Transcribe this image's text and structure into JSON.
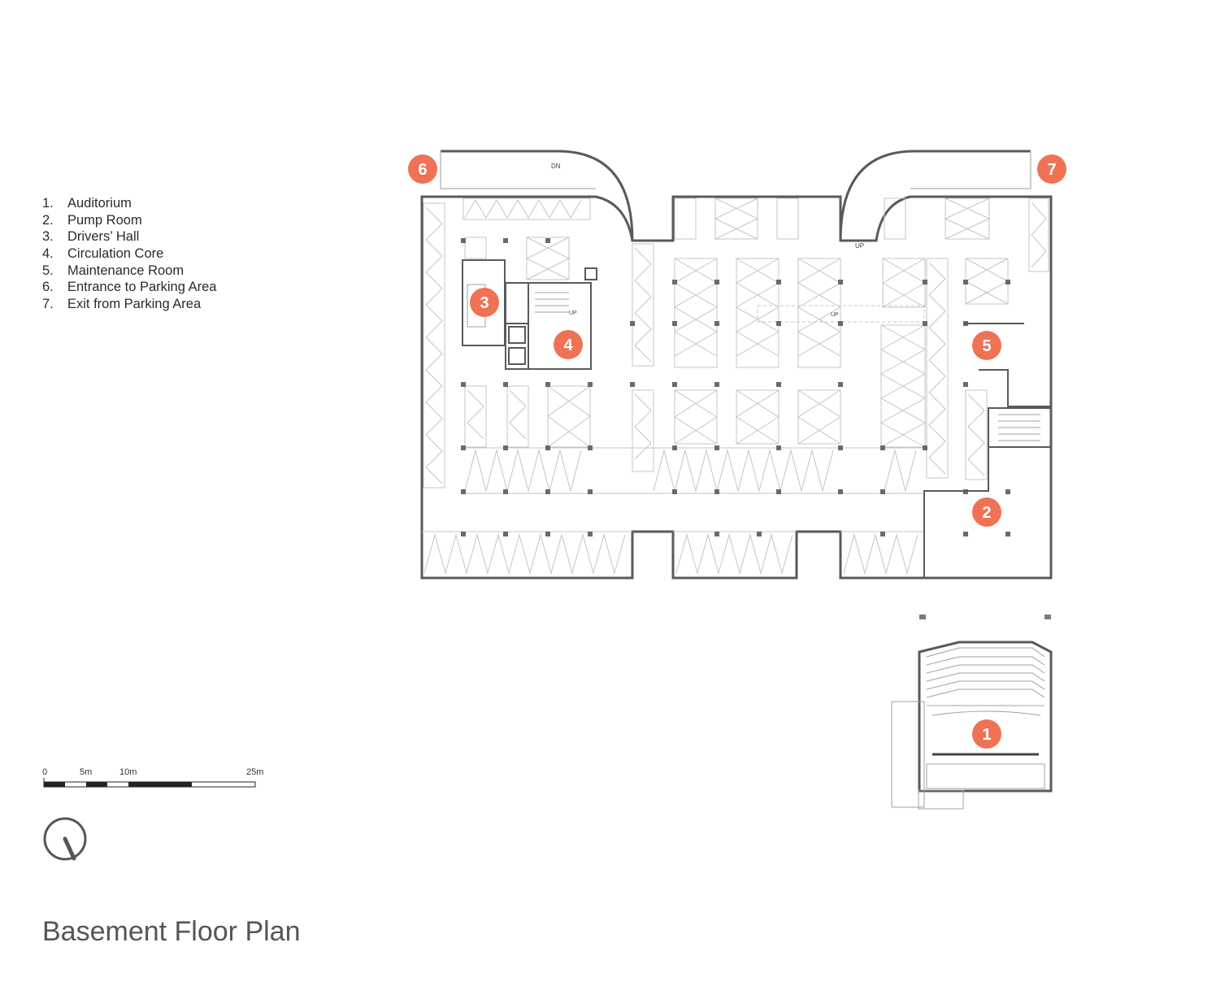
{
  "title": "Basement Floor Plan",
  "legend": [
    {
      "num": "1.",
      "label": "Auditorium"
    },
    {
      "num": "2.",
      "label": "Pump Room"
    },
    {
      "num": "3.",
      "label": "Drivers’ Hall"
    },
    {
      "num": "4.",
      "label": "Circulation Core"
    },
    {
      "num": "5.",
      "label": "Maintenance Room"
    },
    {
      "num": "6.",
      "label": "Entrance to Parking Area"
    },
    {
      "num": "7.",
      "label": "Exit from Parking Area"
    }
  ],
  "markers": [
    "1",
    "2",
    "3",
    "4",
    "5",
    "6",
    "7"
  ],
  "scale_bar": {
    "labels": [
      "0",
      "5m",
      "10m",
      "25m"
    ]
  },
  "plan_labels": {
    "dn": "DN",
    "up": "UP"
  },
  "colors": {
    "marker": "#ef7255",
    "wall": "#5a5a5a",
    "line": "#bdbdbd",
    "text": "#2b2b2b"
  }
}
